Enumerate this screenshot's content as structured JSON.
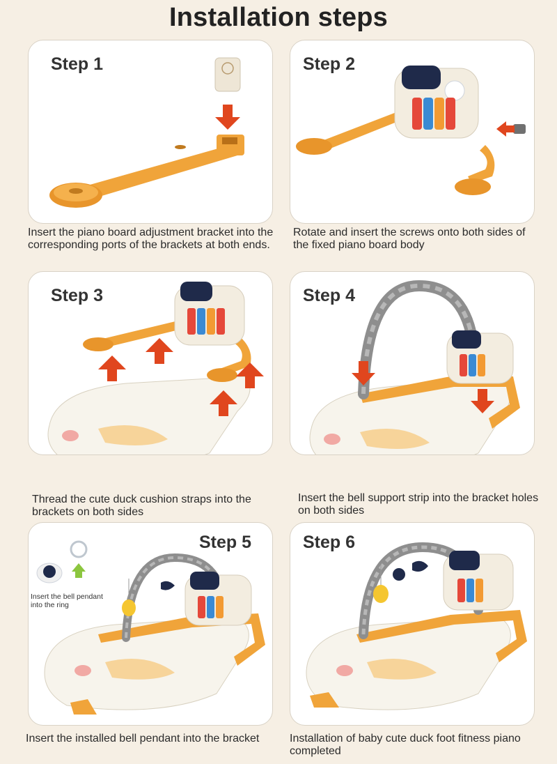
{
  "title": "Installation steps",
  "steps": [
    {
      "label": "Step 1",
      "caption": "Insert the piano board adjustment bracket into the corresponding ports of the brackets at both ends."
    },
    {
      "label": "Step 2",
      "caption": "Rotate and insert the screws onto both sides of the fixed piano board body"
    },
    {
      "label": "Step 3",
      "caption": "Thread the cute duck cushion straps into the brackets on both sides"
    },
    {
      "label": "Step 4",
      "caption": "Insert the bell support strip into the bracket holes on both sides"
    },
    {
      "label": "Step 5",
      "caption": "Insert the installed bell pendant into the bracket",
      "note": "Insert the bell pendant into the ring"
    },
    {
      "label": "Step 6",
      "caption": "Installation of baby cute duck foot fitness piano completed"
    }
  ],
  "colors": {
    "background": "#f6efe4",
    "bracket": "#f0a43a",
    "arrow": "#e0461e",
    "mat": "#f7f4ec",
    "arch": "#8e8e8e"
  },
  "icons": [
    "down-arrow-icon",
    "up-arrow-icon",
    "left-arrow-icon"
  ]
}
